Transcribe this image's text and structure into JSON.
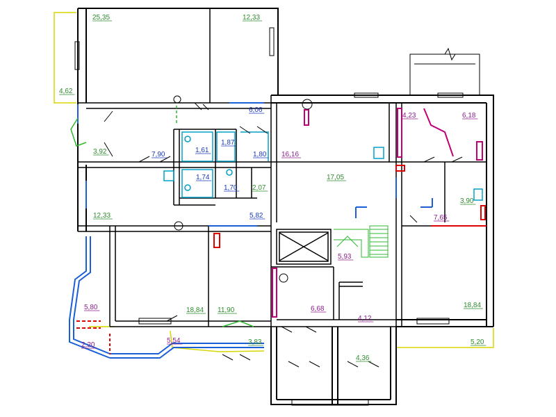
{
  "drawing": {
    "colors": {
      "wall": "#000000",
      "balcony": "#d6d600",
      "glazing": "#1a5fd6",
      "entrance": "#2eb82e",
      "plumbing": "#00a0c8",
      "partition": "#c0007a",
      "red": "#e00000",
      "label_green": "#2e8b2e",
      "label_purple": "#8b1c8b",
      "label_blue": "#1a3ab8"
    },
    "rooms": [
      {
        "id": "r-25-35",
        "text": "25,35",
        "color": "label_green"
      },
      {
        "id": "r-12-33-top",
        "text": "12,33",
        "color": "label_green"
      },
      {
        "id": "r-4-62",
        "text": "4,62",
        "color": "label_green"
      },
      {
        "id": "r-6-06",
        "text": "6,06",
        "color": "label_blue"
      },
      {
        "id": "r-4-23",
        "text": "4,23",
        "color": "label_purple"
      },
      {
        "id": "r-6-18",
        "text": "6,18",
        "color": "label_purple"
      },
      {
        "id": "r-3-92",
        "text": "3,92",
        "color": "label_green"
      },
      {
        "id": "r-7-90",
        "text": "7,90",
        "color": "label_blue"
      },
      {
        "id": "r-1-61",
        "text": "1,61",
        "color": "label_blue"
      },
      {
        "id": "r-1-87",
        "text": "1,87",
        "color": "label_blue"
      },
      {
        "id": "r-1-80",
        "text": "1,80",
        "color": "label_blue"
      },
      {
        "id": "r-16-16",
        "text": "16,16",
        "color": "label_purple"
      },
      {
        "id": "r-1-74",
        "text": "1,74",
        "color": "label_blue"
      },
      {
        "id": "r-1-70",
        "text": "1,70",
        "color": "label_blue"
      },
      {
        "id": "r-2-07",
        "text": "2,07",
        "color": "label_green"
      },
      {
        "id": "r-17-05",
        "text": "17,05",
        "color": "label_green"
      },
      {
        "id": "r-3-90",
        "text": "3,90",
        "color": "label_green"
      },
      {
        "id": "r-7-65",
        "text": "7,65",
        "color": "label_purple"
      },
      {
        "id": "r-12-33-mid",
        "text": "12,33",
        "color": "label_green"
      },
      {
        "id": "r-5-82",
        "text": "5,82",
        "color": "label_blue"
      },
      {
        "id": "r-5-93",
        "text": "5,93",
        "color": "label_purple"
      },
      {
        "id": "r-5-80",
        "text": "5,80",
        "color": "label_purple"
      },
      {
        "id": "r-18-84-left",
        "text": "18,84",
        "color": "label_green"
      },
      {
        "id": "r-11-90",
        "text": "11,90",
        "color": "label_green"
      },
      {
        "id": "r-6-68",
        "text": "6,68",
        "color": "label_purple"
      },
      {
        "id": "r-4-12",
        "text": "4,12",
        "color": "label_purple"
      },
      {
        "id": "r-18-84-right",
        "text": "18,84",
        "color": "label_green"
      },
      {
        "id": "r-2-20",
        "text": "2,20",
        "color": "label_purple"
      },
      {
        "id": "r-5-54",
        "text": "5,54",
        "color": "label_purple"
      },
      {
        "id": "r-3-83",
        "text": "3,83",
        "color": "label_green"
      },
      {
        "id": "r-4-36",
        "text": "4,36",
        "color": "label_green"
      },
      {
        "id": "r-5-20",
        "text": "5,20",
        "color": "label_green"
      }
    ]
  }
}
